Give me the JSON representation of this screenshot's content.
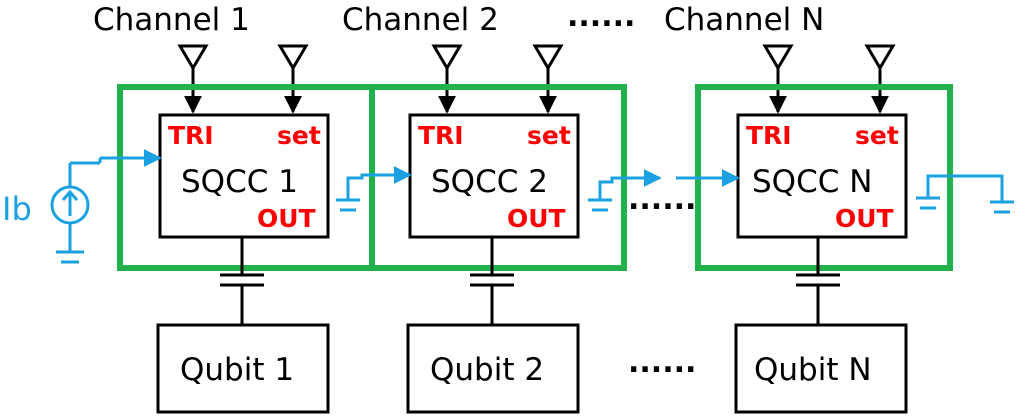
{
  "colors": {
    "green": "#22b14c",
    "red": "#ff0000",
    "blue": "#1ba1e2",
    "black": "#000000"
  },
  "channels": [
    "Channel 1",
    "Channel 2",
    "Channel N"
  ],
  "channel_ellipsis": "......",
  "sqcc": [
    {
      "tri": "TRI",
      "set": "set",
      "name": "SQCC 1",
      "out": "OUT"
    },
    {
      "tri": "TRI",
      "set": "set",
      "name": "SQCC 2",
      "out": "OUT"
    },
    {
      "tri": "TRI",
      "set": "set",
      "name": "SQCC N",
      "out": "OUT"
    }
  ],
  "sqcc_ellipsis": "......",
  "qubits": [
    "Qubit 1",
    "Qubit 2",
    "Qubit N"
  ],
  "qubit_ellipsis": "......",
  "bias_label": "Ib",
  "icons": [
    "antenna-icon",
    "current-source-icon",
    "ground-icon",
    "capacitor-icon"
  ]
}
